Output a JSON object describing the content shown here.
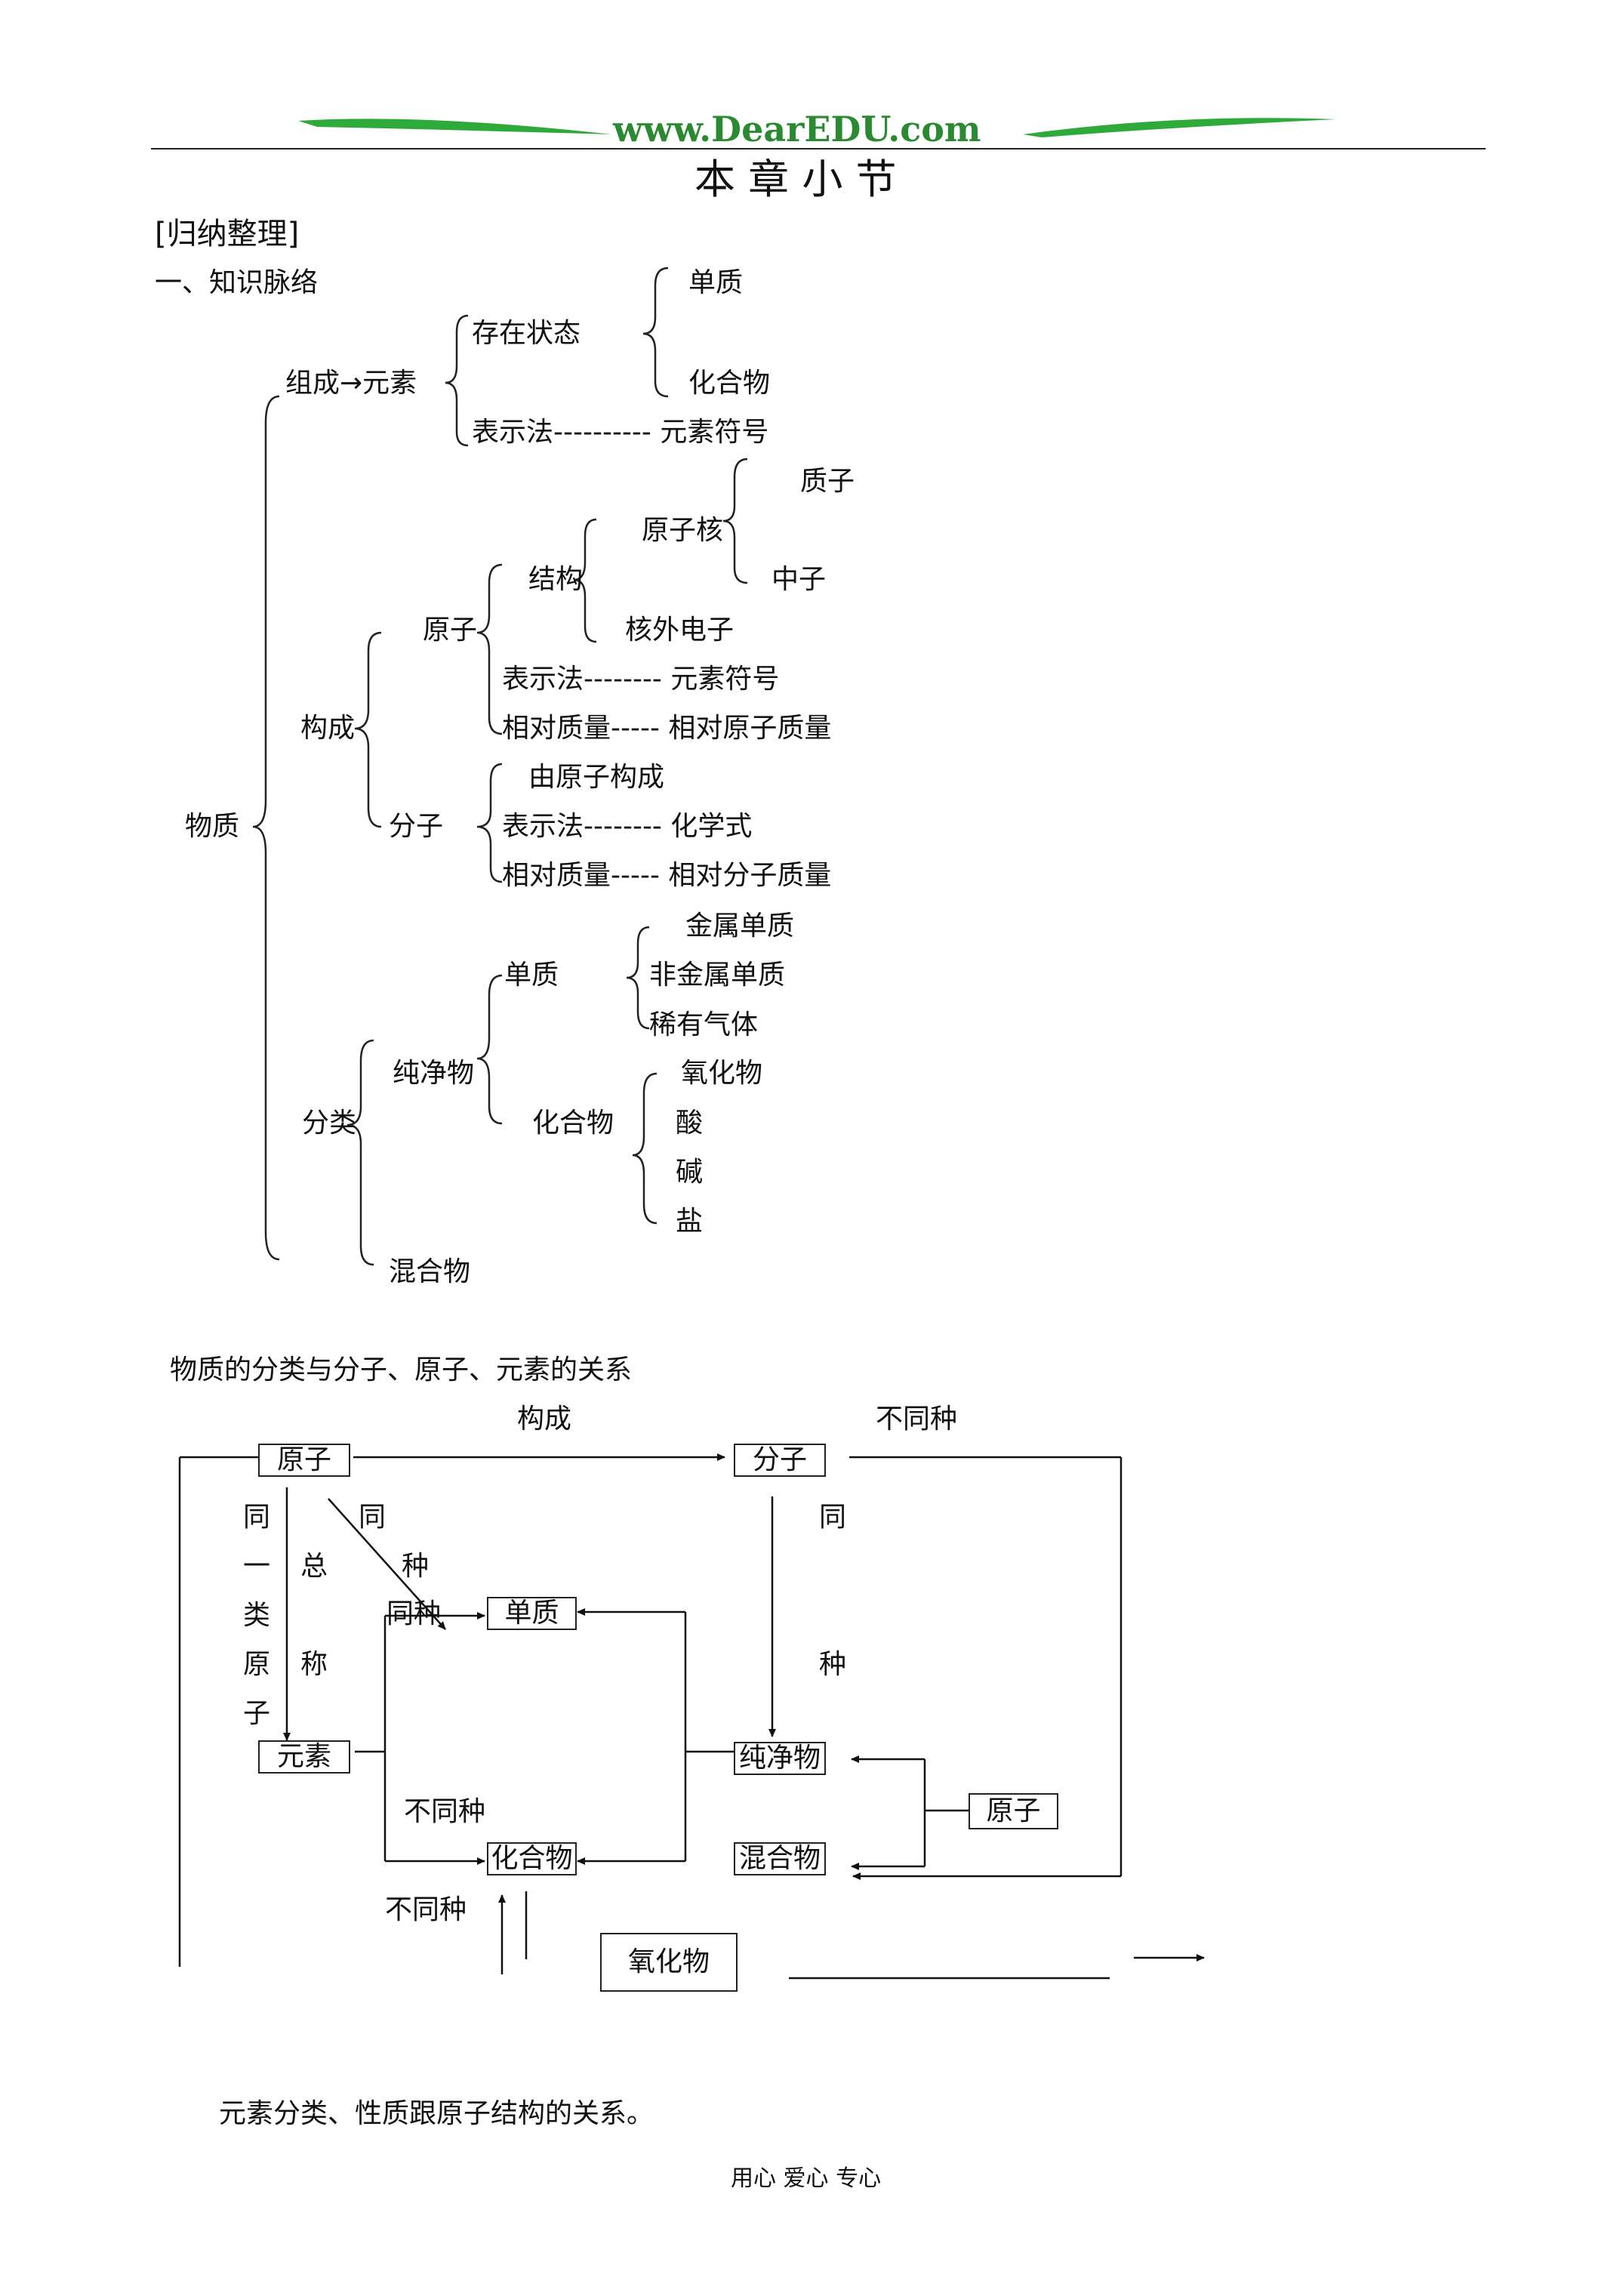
{
  "header": {
    "logo_text": "www.DearEDU.com"
  },
  "title": "本 章 小 节",
  "section_label": "[归纳整理]",
  "subsection": "一、知识脉络",
  "tree": {
    "root": "物质",
    "composition": {
      "label": "组成→元素",
      "exist_state": "存在状态",
      "simple": "单质",
      "compound": "化合物",
      "notation": "表示法---------- 元素符号"
    },
    "structure": {
      "label": "构成",
      "atom": "原子",
      "struct": "结构",
      "nucleus": "原子核",
      "proton": "质子",
      "neutron": "中子",
      "electrons": "核外电子",
      "atom_notation": "表示法-------- 元素符号",
      "atom_mass": "相对质量----- 相对原子质量",
      "molecule": "分子",
      "mol_from": "由原子构成",
      "mol_notation": "表示法-------- 化学式",
      "mol_mass": "相对质量----- 相对分子质量"
    },
    "classification": {
      "label": "分类",
      "pure": "纯净物",
      "simple": "单质",
      "metal": "金属单质",
      "nonmetal": "非金属单质",
      "noble": "稀有气体",
      "compound": "化合物",
      "oxide": "氧化物",
      "acid": "酸",
      "base": "碱",
      "salt": "盐",
      "mixture": "混合物"
    }
  },
  "relation": {
    "caption": "物质的分类与分子、原子、元素的关系",
    "label_compose": "构成",
    "label_different_kind_top": "不同种",
    "atom": "原子",
    "molecule": "分子",
    "element": "元素",
    "simple": "单质",
    "pure": "纯净物",
    "compound": "化合物",
    "mixture": "混合物",
    "atom_right": "原子",
    "oxide": "氧化物",
    "same_kind": "同种",
    "different_kind_mid": "不同种",
    "different_kind_low": "不同种",
    "vert_col1": [
      "同",
      "一",
      "类",
      "原",
      "子"
    ],
    "vert_col2": [
      "总",
      "称"
    ],
    "diag_label_1": "同",
    "diag_label_2": "种",
    "mol_vert_1": "同",
    "mol_vert_2": "种"
  },
  "caption2": "元素分类、性质跟原子结构的关系。",
  "footer": "用心  爱心  专心"
}
